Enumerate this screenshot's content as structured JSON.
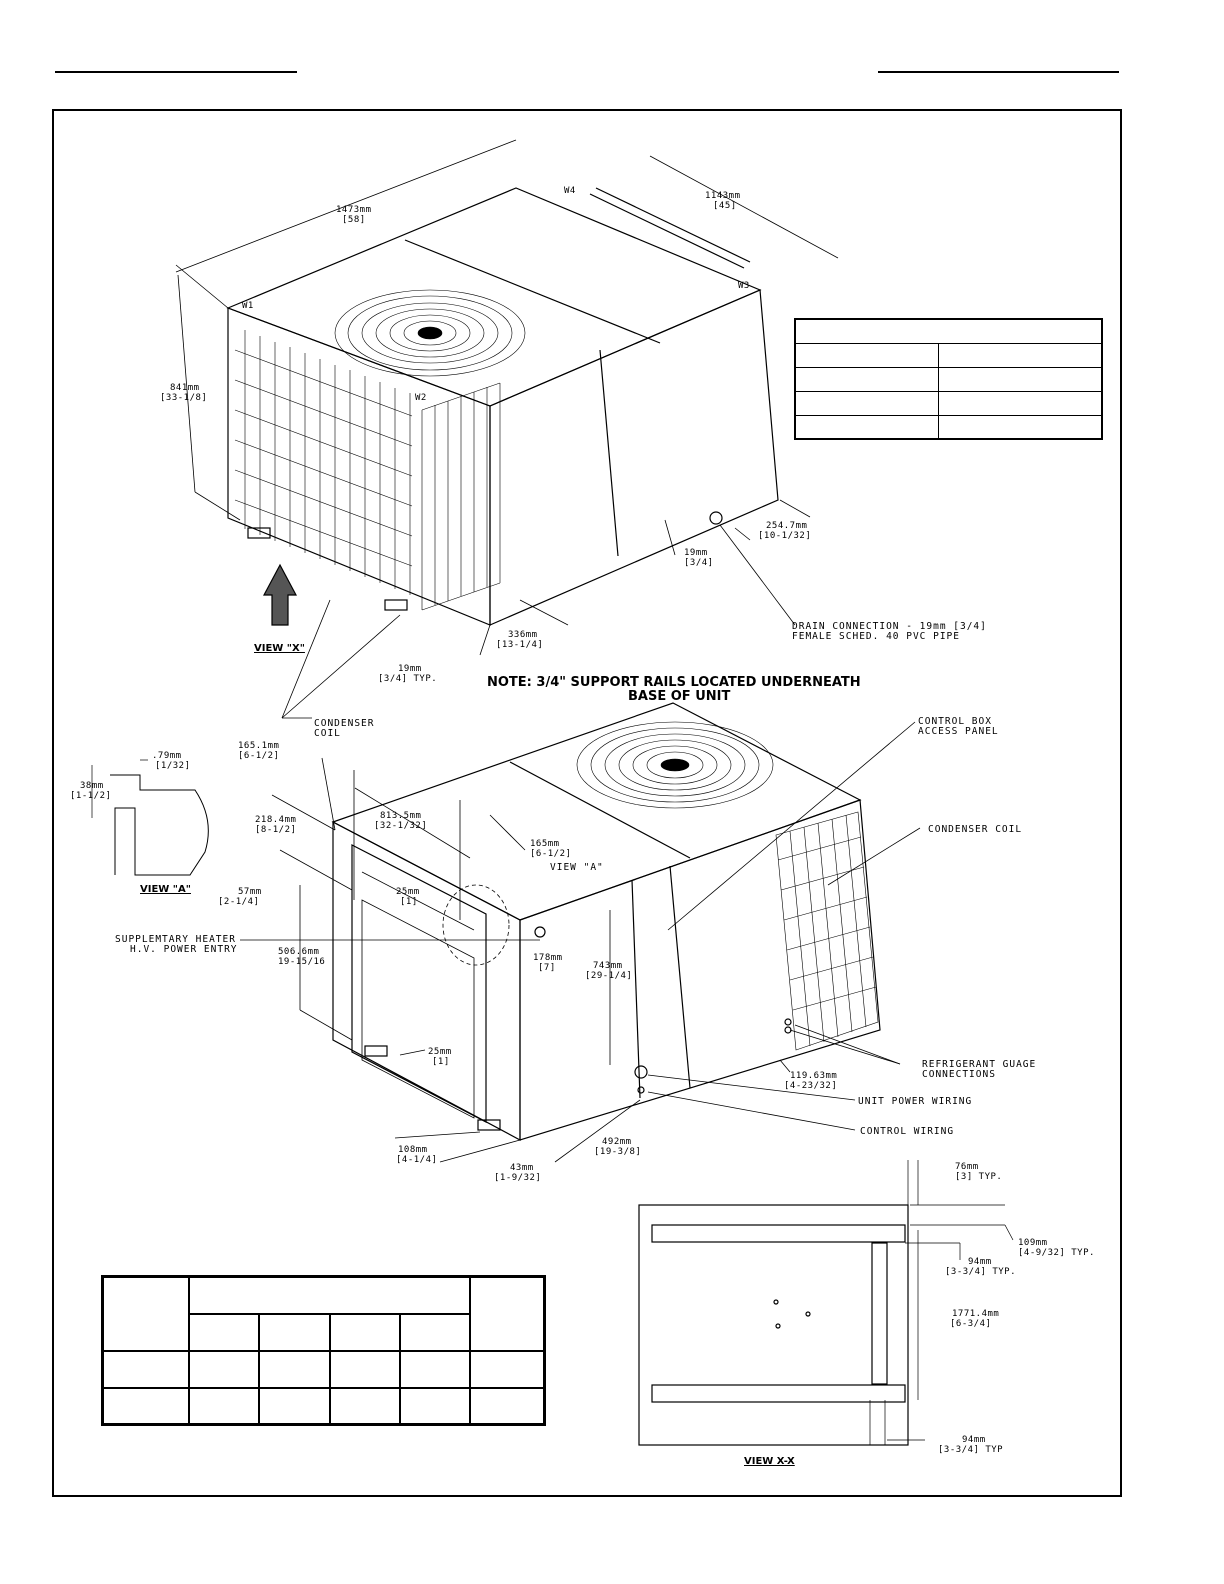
{
  "top_view": {
    "dims": {
      "width": "1473mm",
      "width_in": "[58]",
      "depth": "1143mm",
      "depth_in": "[45]",
      "height": "841mm",
      "height_in": "[33-1/8]",
      "drain_offset": "254.7mm",
      "drain_offset_in": "[10-1/32]",
      "drain_height": "19mm",
      "drain_height_in": "[3/4]",
      "rail_offset": "336mm",
      "rail_offset_in": "[13-1/4]",
      "rail": "19mm",
      "rail_in": "[3/4] TYP."
    },
    "corners": [
      "W1",
      "W2",
      "W3",
      "W4"
    ],
    "drain_label_1": "DRAIN CONNECTION - 19mm [3/4]",
    "drain_label_2": "FEMALE SCHED. 40 PVC PIPE",
    "view_x": "VIEW \"X\"",
    "condenser_1": "CONDENSER",
    "condenser_2": "COIL"
  },
  "note_line1": "NOTE: 3/4\" SUPPORT RAILS LOCATED UNDERNEATH",
  "note_line2": "BASE OF UNIT",
  "bottom_view": {
    "control_box_1": "CONTROL BOX",
    "control_box_2": "ACCESS PANEL",
    "condenser_coil": "CONDENSER COIL",
    "view_a_ref": "VIEW \"A\"",
    "heater_1": "SUPPLEMTARY HEATER",
    "heater_2": "H.V. POWER ENTRY",
    "refrig_1": "REFRIGERANT GUAGE",
    "refrig_2": "CONNECTIONS",
    "unit_power": "UNIT POWER WIRING",
    "control_wiring": "CONTROL WIRING",
    "dims": {
      "d1651": "165.1mm",
      "d1651_in": "[6-1/2]",
      "d2184": "218.4mm",
      "d2184_in": "[8-1/2]",
      "d8135": "813.5mm",
      "d8135_in": "[32-1/32]",
      "d165": "165mm",
      "d165_in": "[6-1/2]",
      "d25a": "25mm",
      "d25a_in": "[1]",
      "d57": "57mm",
      "d57_in": "[2-1/4]",
      "d5066": "506.6mm",
      "d5066_in": "19-15/16",
      "d178": "178mm",
      "d178_in": "[7]",
      "d743": "743mm",
      "d743_in": "[29-1/4]",
      "d25b": "25mm",
      "d25b_in": "[1]",
      "d11963": "119.63mm",
      "d11963_in": "[4-23/32]",
      "d492": "492mm",
      "d492_in": "[19-3/8]",
      "d108": "108mm",
      "d108_in": "[4-1/4]",
      "d43": "43mm",
      "d43_in": "[1-9/32]"
    }
  },
  "view_a": {
    "title": "VIEW \"A\"",
    "d79": ".79mm",
    "d79_in": "[1/32]",
    "d38": "38mm",
    "d38_in": "[1-1/2]"
  },
  "view_xx": {
    "title": "VIEW X-X",
    "d76": "76mm",
    "d76_in": "[3] TYP.",
    "d109": "109mm",
    "d109_in": "[4-9/32] TYP.",
    "d94a": "94mm",
    "d94a_in": "[3-3/4] TYP.",
    "d1771": "1771.4mm",
    "d1771_in": "[6-3/4]",
    "d94b": "94mm",
    "d94b_in": "[3-3/4] TYP"
  }
}
